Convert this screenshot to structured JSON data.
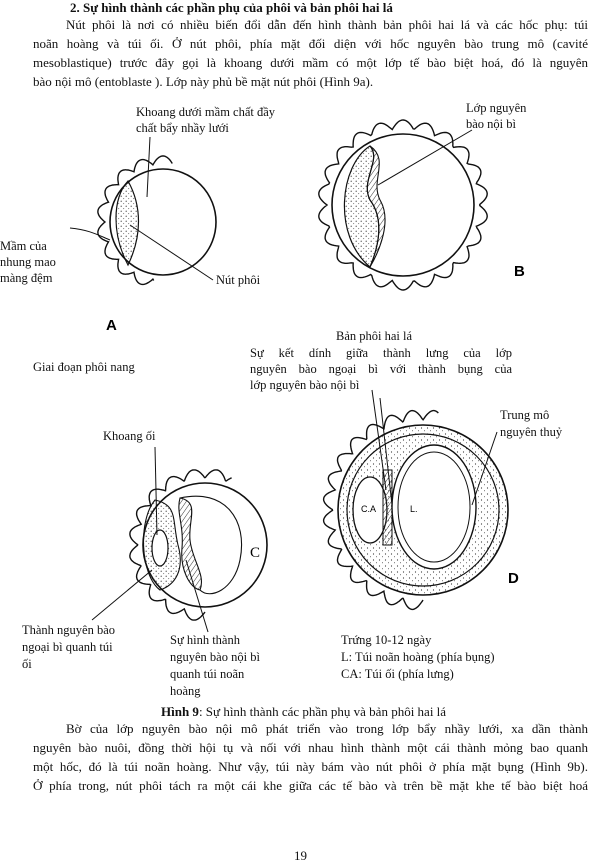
{
  "section": {
    "heading": "2.  Sự hình thành các phần phụ của phôi và bản phôi hai lá",
    "intro_lines": [
      "Nút phôi là nơi có nhiều biến đổi dẫn đến hình thành bản phôi hai lá và các hốc phụ: túi",
      "noãn hoàng và túi ối. Ở nút phôi, phía mặt đối diện với hốc nguyên bào trung mô (cavité",
      "mesoblastique) trước đây gọi là khoang dưới mầm có một lớp tế bào biệt hoá, đó là nguyên",
      "bào nội mô (entoblaste ). Lớp này phủ bề mặt nút phôi (Hình 9a)."
    ]
  },
  "figure": {
    "A": {
      "letter": "A",
      "label_cavity": [
        "Khoang dưới mầm chất đầy",
        "chất bẩy nhầy lưới"
      ],
      "label_villi": [
        "Mầm của",
        "nhung mao",
        "màng đệm"
      ],
      "label_node": "Nút phôi",
      "caption": "Giai đoạn phôi nang"
    },
    "B": {
      "letter": "B",
      "label_endo": [
        "Lớp nguyên",
        "bào nội bì"
      ]
    },
    "C": {
      "letter": "C",
      "label_amnion_cavity": "Khoang ối",
      "label_ecto_wall": [
        "Thành nguyên bào",
        "ngoại bì quanh túi",
        "ối"
      ],
      "label_endo_form": [
        "Sự hình thành",
        "nguyên bào nội bì",
        "quanh túi noãn",
        "hoàng"
      ]
    },
    "D": {
      "letter": "D",
      "label_disc": "Bản phôi hai lá",
      "label_fusion": [
        "Sự kết dính giữa thành lưng của lớp",
        "nguyên bào ngoại bì với thành bụng của",
        "lớp nguyên bào nội bì"
      ],
      "label_mesenchyme": [
        "Trung mô",
        "nguyên thuỷ"
      ],
      "inner_CA": "C.A",
      "inner_L": "L.",
      "caption_lines": [
        "Trứng 10-12 ngày",
        "L: Túi noãn hoàng (phía bụng)",
        "CA: Túi ối (phía lưng)"
      ]
    },
    "caption_bold": "Hình 9",
    "caption_text": ": Sự hình thành các phần phụ và bản phôi hai lá"
  },
  "body": {
    "lines": [
      "Bờ của lớp nguyên bào nội mô phát triển vào trong lớp bẩy nhầy lưới, xa dần thành",
      "nguyên bào nuôi, đồng thời hội tụ và nối với nhau hình thành một cái thành mỏng bao quanh",
      "một hốc, đó là túi noãn hoàng. Như vậy, túi này bám vào nút phôi ở phía mặt bụng (Hình 9b).",
      "Ở phía trong, nút phôi tách ra một cái khe giữa các tế bào và trên bề mặt khe tế bào biệt hoá"
    ]
  },
  "page_number": "19"
}
